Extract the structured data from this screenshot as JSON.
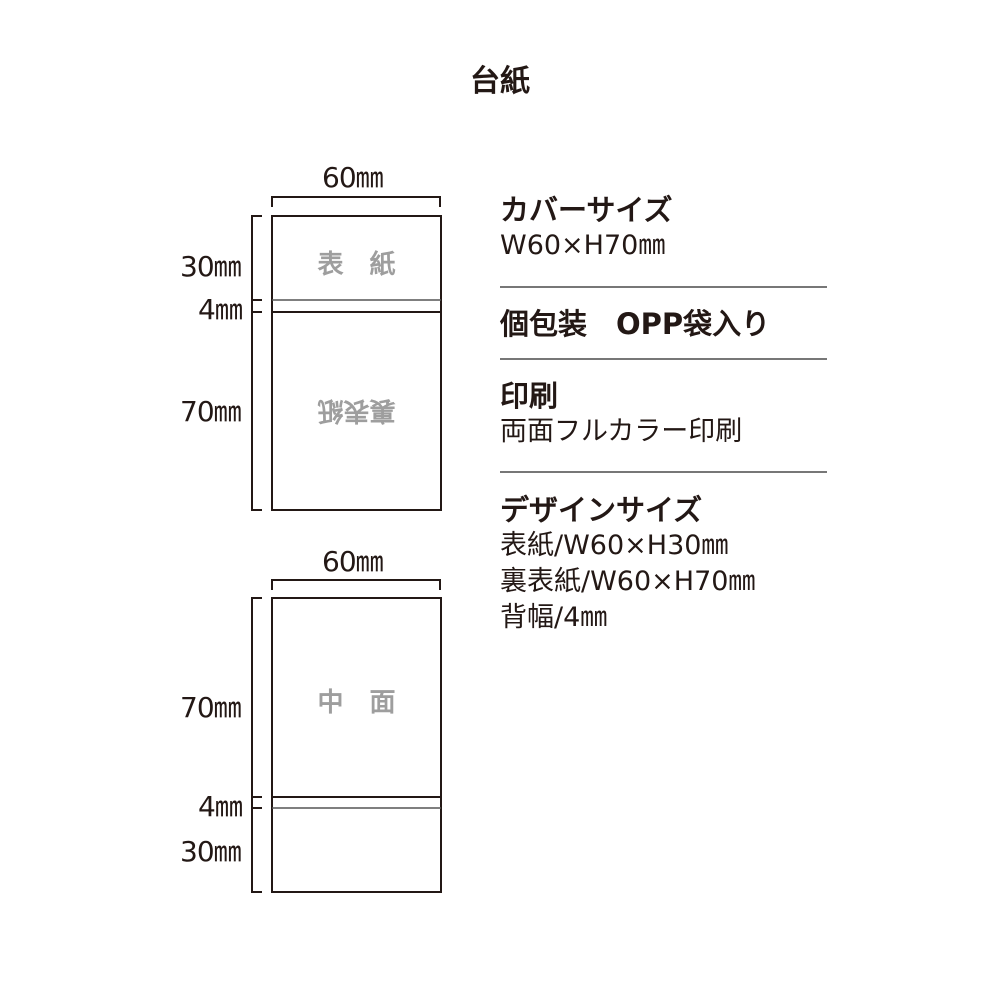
{
  "title": "台紙",
  "cover_diagram": {
    "width_label": "60㎜",
    "heights": [
      "30㎜",
      "4㎜",
      "70㎜"
    ],
    "front_label": "表　紙",
    "back_label": "裏表紙"
  },
  "inner_diagram": {
    "width_label": "60㎜",
    "heights": [
      "70㎜",
      "4㎜",
      "30㎜"
    ],
    "inner_label": "中　面"
  },
  "specs": [
    {
      "heading": "カバーサイズ",
      "lines": [
        "W60×H70㎜"
      ]
    },
    {
      "heading": "個包装　OPP袋入り",
      "lines": []
    },
    {
      "heading": "印刷",
      "lines": [
        "両面フルカラー印刷"
      ]
    },
    {
      "heading": "デザインサイズ",
      "lines": [
        "表紙/W60×H30㎜",
        "裏表紙/W60×H70㎜",
        "背幅/4㎜"
      ]
    }
  ],
  "colors": {
    "line": "#231815",
    "label_gray": "#9e9e9e"
  }
}
